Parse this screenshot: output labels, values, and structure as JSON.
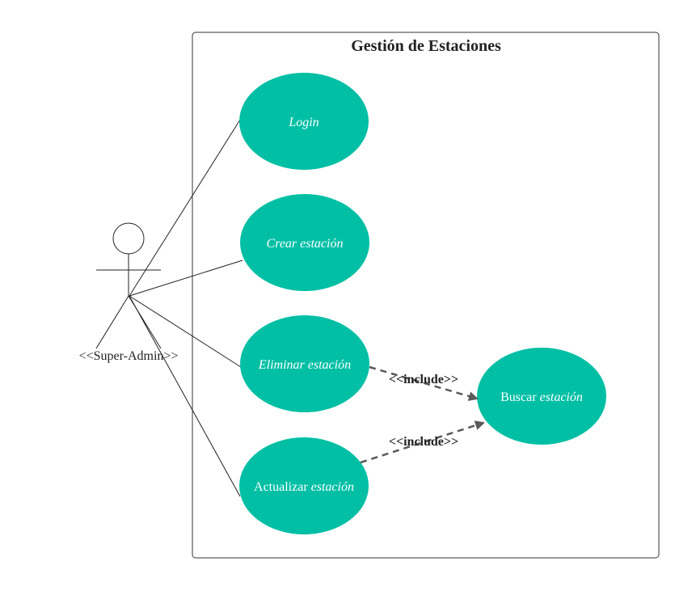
{
  "system": {
    "title": "Gestión de Estaciones"
  },
  "actor": {
    "label": "<<Super-Admin>>"
  },
  "use_cases": {
    "login": {
      "label": "Login"
    },
    "crear": {
      "label": "Crear estación"
    },
    "eliminar": {
      "label": "Eliminar estación"
    },
    "actualizar": {
      "prefix": "Actualizar ",
      "suffix": "estación"
    },
    "buscar": {
      "prefix": "Buscar ",
      "suffix": "estación"
    }
  },
  "relations": {
    "include_1": "<<include>>",
    "include_2": "<<include>>"
  },
  "colors": {
    "use_case_fill": "#00BFA5",
    "line": "#222222",
    "include_arrow": "#5a5a5a",
    "boundary": "#333333"
  }
}
